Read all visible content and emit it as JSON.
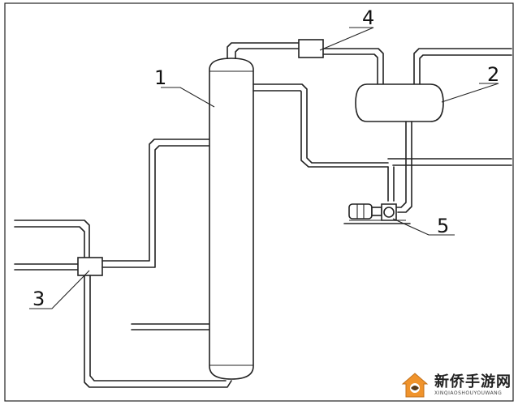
{
  "labels": {
    "column": "1",
    "drum": "2",
    "mixer": "3",
    "exchanger": "4",
    "pump": "5"
  },
  "watermark": {
    "title": "新侨手游网",
    "subtitle": "XINQIAOSHOUYOUWANG",
    "logo_icon": "house-icon"
  },
  "colors": {
    "line": "#222222",
    "background": "#ffffff",
    "logo_orange": "#f0932b"
  }
}
